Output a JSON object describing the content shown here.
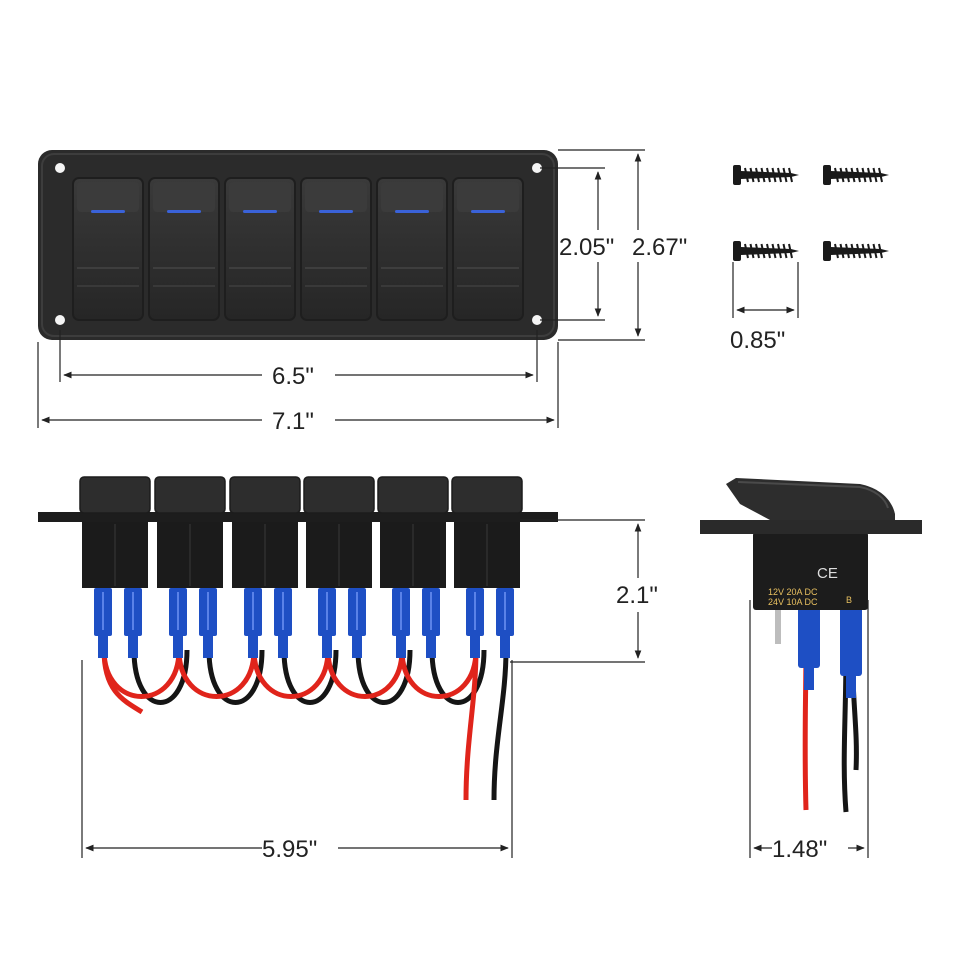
{
  "dimensions": {
    "inner_height": "2.05\"",
    "outer_height": "2.67\"",
    "hole_spacing": "6.5\"",
    "overall_width": "7.1\"",
    "screw_length": "0.85\"",
    "depth": "2.1\"",
    "rear_width": "5.95\"",
    "side_width": "1.48\""
  },
  "switch_marking": {
    "ce": "CE",
    "rating_line1": "12V  20A  DC",
    "rating_line2": "24V  10A  DC",
    "mark": "B"
  },
  "colors": {
    "panel": "#2b2b2b",
    "switch_body": "#333333",
    "led": "#3a62d8",
    "connector": "#1e4fc4",
    "wire_red": "#e0241b",
    "wire_black": "#151515"
  }
}
